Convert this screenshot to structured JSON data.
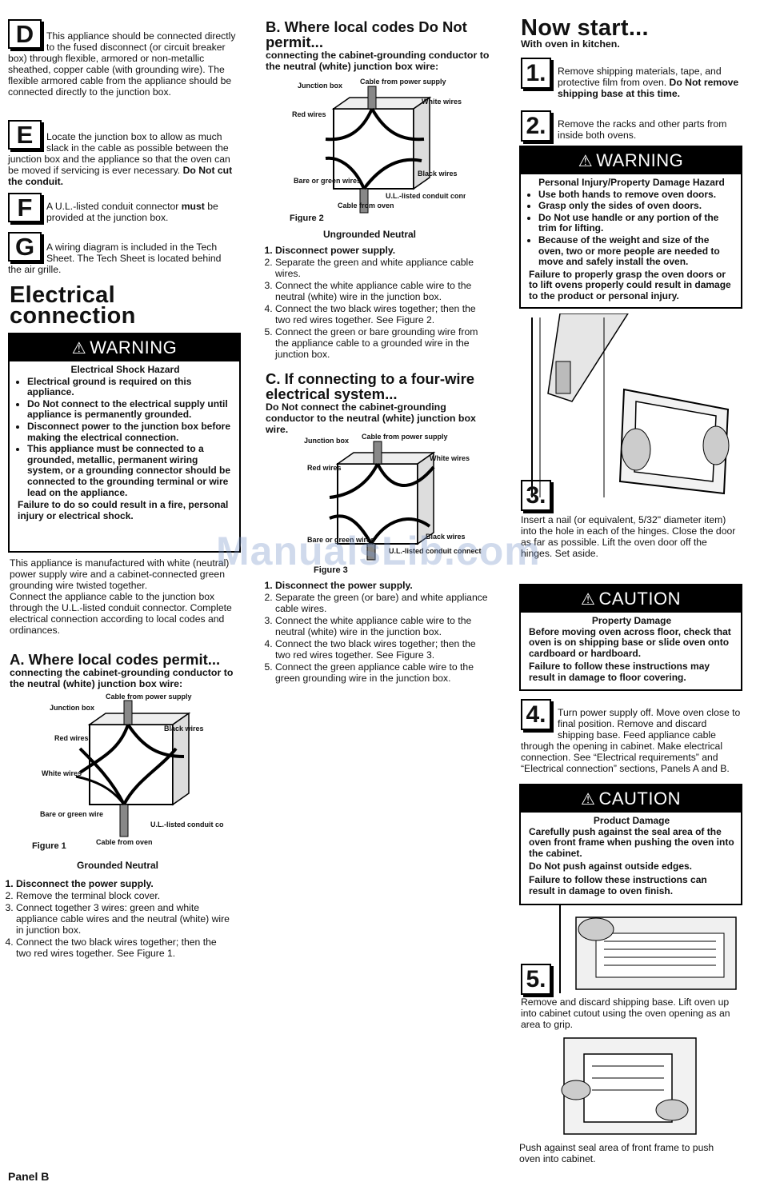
{
  "col1": {
    "D": {
      "letter": "D",
      "text": "This appliance should be connected directly to the fused disconnect (or circuit breaker box) through flexible, armored or non-metallic sheathed, copper cable (with grounding wire). The flexible armored cable from the appliance should be connected directly to the junction box."
    },
    "E": {
      "letter": "E",
      "text": "Locate the junction box to allow as much slack in the cable as possible between the junction box and the appliance so that the oven can be moved if servicing is ever necessary. ",
      "bold": "Do Not cut the conduit."
    },
    "F": {
      "letter": "F",
      "text_a": "A U.L.-listed conduit connector ",
      "bold": "must",
      "text_b": " be provided at the junction box."
    },
    "G": {
      "letter": "G",
      "text": "A wiring diagram is included in the Tech Sheet. The Tech Sheet is located behind the air grille."
    },
    "heading": "Electrical connection",
    "warning": {
      "title": "WARNING",
      "hazard": "Electrical Shock Hazard",
      "items": [
        "Electrical ground is required on this appliance.",
        "Do Not connect to the electrical supply until appliance is permanently grounded.",
        "Disconnect power to the junction box before making the electrical connection.",
        "This appliance must be connected to a grounded, metallic, permanent wiring system, or a grounding connector should be connected to the grounding terminal or wire lead on the appliance."
      ],
      "footer": "Failure to do so could result in a fire, personal injury or electrical shock."
    },
    "intro1": "This appliance is manufactured with white (neutral) power supply wire and a cabinet-connected green grounding wire twisted together.",
    "intro2": "Connect the appliance cable to the junction box through the U.L.-listed conduit connector. Complete electrical connection according to local codes and ordinances.",
    "sectionA": {
      "title": "A. Where local codes permit...",
      "subtitle": "connecting the cabinet-grounding conductor to the neutral (white) junction box wire:",
      "figure": {
        "labels": [
          "Junction box",
          "Cable from power supply",
          "Black wires",
          "Red wires",
          "White wires",
          "Bare or green wire",
          "U.L.-listed conduit connector",
          "Cable from oven"
        ],
        "name": "Figure 1",
        "caption": "Grounded Neutral"
      },
      "steps": [
        "Disconnect the power supply.",
        "Remove the terminal block cover.",
        "Connect together 3 wires: green and white appliance cable wires and the neutral (white) wire in junction box.",
        "Connect the two black wires together; then the two red wires together. See Figure 1."
      ]
    }
  },
  "col2": {
    "sectionB": {
      "title": "B. Where local codes Do Not permit...",
      "subtitle": "connecting the cabinet-grounding conductor to the neutral (white) junction box wire:",
      "figure": {
        "labels": [
          "Junction box",
          "Cable from power supply",
          "White wires",
          "Red wires",
          "Black wires",
          "Bare or green wires",
          "U.L.-listed conduit connector",
          "Cable from oven"
        ],
        "name": "Figure 2",
        "caption": "Ungrounded Neutral"
      },
      "steps": [
        "Disconnect power supply.",
        "Separate the green and white appliance cable wires.",
        "Connect the white appliance cable wire to the neutral (white) wire in the junction box.",
        "Connect the two black wires together; then the two red wires together. See Figure 2.",
        "Connect the green or bare grounding wire from the appliance cable to a grounded wire in the junction box."
      ]
    },
    "sectionC": {
      "title": "C. If connecting to a four-wire electrical system...",
      "subtitle": "Do Not connect the cabinet-grounding conductor to the neutral (white) junction box wire.",
      "figure": {
        "labels": [
          "Junction box",
          "Cable from power supply",
          "White wires",
          "Red wires",
          "Black wires",
          "Bare or green wires",
          "U.L.-listed conduit connector"
        ],
        "name": "Figure 3"
      },
      "steps": [
        "Disconnect the power supply.",
        "Separate the green (or bare) and white appliance cable wires.",
        "Connect the white appliance cable wire to the neutral (white) wire in the junction box.",
        "Connect the two black wires together; then the two red wires together. See Figure 3.",
        "Connect the green appliance cable wire to the green grounding wire in the junction box."
      ]
    }
  },
  "col3": {
    "heading": "Now start...",
    "subheading": "With oven in kitchen.",
    "step1": {
      "num": "1.",
      "text": "Remove shipping materials, tape, and protective film from oven. ",
      "bold": "Do Not remove shipping base at this time."
    },
    "step2": {
      "num": "2.",
      "text": "Remove the racks and other parts from inside both ovens."
    },
    "warning": {
      "title": "WARNING",
      "hazard": "Personal Injury/Property Damage Hazard",
      "items": [
        "Use both hands to remove oven doors.",
        "Grasp only the sides of oven doors.",
        "Do Not use handle or any portion of the trim for lifting.",
        "Because of the weight and size of the oven, two or more people are needed to move and safely install the oven."
      ],
      "footer": "Failure to properly grasp the oven doors or to lift ovens properly could result in damage to the product or personal injury."
    },
    "step3": {
      "num": "3.",
      "text": "Insert a nail (or equivalent, 5/32\" diameter item) into the hole in each of the hinges. Close the door as far as possible. Lift the oven door off the hinges. Set aside."
    },
    "caution1": {
      "title": "CAUTION",
      "hazard": "Property Damage",
      "line1": "Before moving oven across floor, check that oven is on shipping base or slide oven onto cardboard or hardboard.",
      "line2": "Failure to follow these instructions may result in damage to floor covering."
    },
    "step4": {
      "num": "4.",
      "text": "Turn power supply off. Move oven close to final position. Remove and discard shipping base. Feed appliance cable through the opening in cabinet. Make electrical connection. See “Electrical requirements” and “Electrical connection” sections, Panels A and B."
    },
    "caution2": {
      "title": "CAUTION",
      "hazard": "Product Damage",
      "line1": "Carefully push against the seal area of the oven front frame when pushing the oven into the cabinet.",
      "line2": "Do Not push against outside edges.",
      "line3": "Failure to follow these instructions can result in damage to oven finish."
    },
    "step5": {
      "num": "5.",
      "text": "Remove and discard shipping base. Lift oven up into cabinet cutout using the oven opening as an area to grip."
    },
    "final": "Push against seal area of front frame to push oven into cabinet."
  },
  "watermark": "ManualsLib.com",
  "panel": "Panel B"
}
